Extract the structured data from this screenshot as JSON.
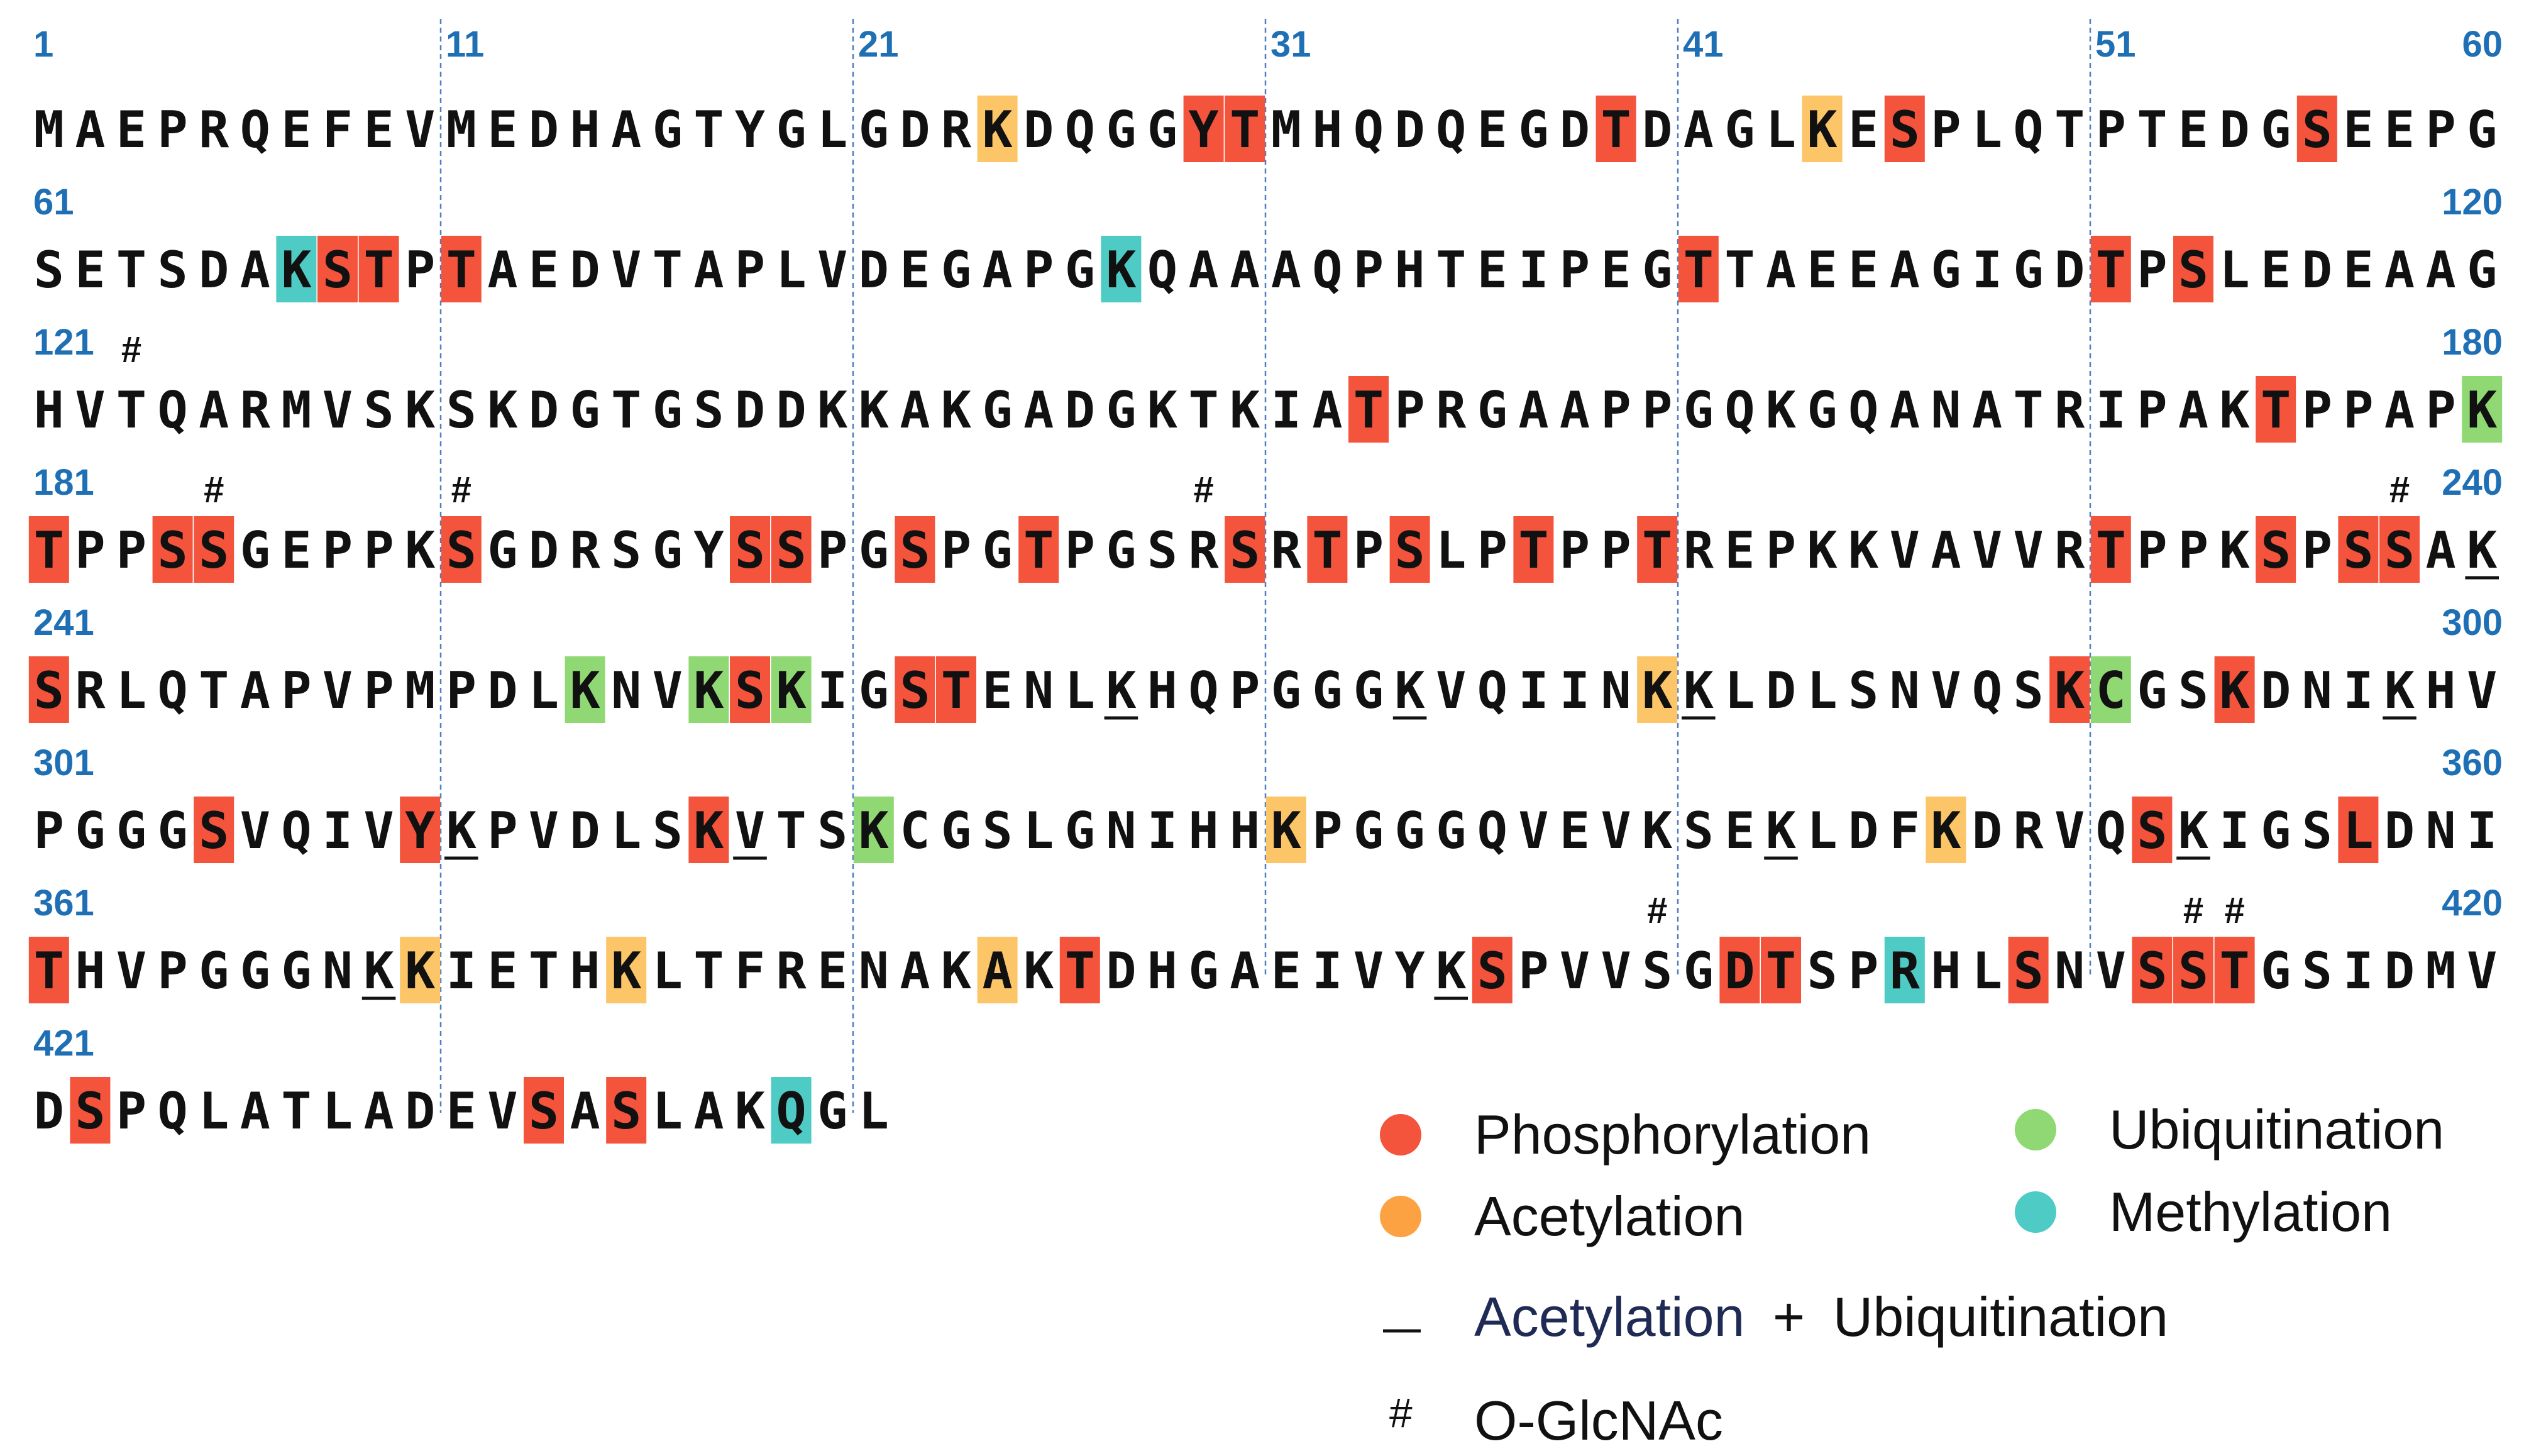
{
  "sequence": {
    "rows": [
      "MAEPRQEFEVMEDHAGTYGLGDRKDQGGYTMHQDQEGDTDAGLKESPLQTPTEDGSEEPG",
      "SETSDAKSTPTAEDVTAPLVDEGAPGKQAAAQPHTEIPEGTTAEEAGIGDTPSLEDEAAG",
      "HVTQARMVSKSKDGTGSDDKKAKGADGKTKIATPRGAAPPGQKGQANATRIPAKTPPAPK",
      "TPPSSGEPPKSGDRSGYSSPGSPGTPGSRSRTPSLPTPPTREPKKVAVVRTPPKSPSSAK",
      "SRLQTAPVPMPDLKNVKSKIGSTENLKHQPGGGKVQIINKKLDLSNVQSKCGSKDNIKHV",
      "PGGGSVQIVYKPVDLSKVTSKCGSLGNIHHKPGGGQVEVKSEKLDFKDRVQSKIGSLDNI",
      "THVPGGGNKKIETHKLTFRENAKAKTDHGAEIVYKSPVVSGDTSPRHLSNVSSTGSIDMV",
      "DSPQLATLADEVSASLAKQGL"
    ],
    "row_start_labels": [
      "1",
      "61",
      "121",
      "181",
      "241",
      "301",
      "361",
      "421"
    ],
    "row_end_labels": [
      "60",
      "120",
      "180",
      "240",
      "300",
      "360",
      "420",
      ""
    ],
    "top_markers": [
      "11",
      "21",
      "31",
      "41",
      "51"
    ]
  },
  "modifications": {
    "phosphorylation": [
      29,
      30,
      39,
      46,
      56,
      68,
      69,
      71,
      101,
      111,
      113,
      153,
      175,
      181,
      184,
      185,
      191,
      198,
      199,
      202,
      205,
      210,
      212,
      214,
      217,
      220,
      231,
      235,
      237,
      238,
      241,
      258,
      262,
      263,
      290,
      294,
      305,
      310,
      317,
      352,
      357,
      361,
      386,
      396,
      402,
      403,
      409,
      412,
      413,
      414,
      422,
      433,
      435
    ],
    "acetylation": [
      24,
      44,
      280,
      331,
      347,
      370,
      375,
      384
    ],
    "ubiquitination": [
      180,
      254,
      257,
      259,
      291,
      321
    ],
    "methylation": [
      67,
      87,
      406,
      439
    ],
    "acetyl_ubiquitin": [
      240,
      267,
      274,
      281,
      298,
      311,
      318,
      343,
      353,
      369,
      395
    ],
    "o_glcnac": [
      123,
      185,
      191,
      209,
      238,
      400,
      413,
      414
    ]
  },
  "legend": {
    "phosphorylation": "Phosphorylation",
    "acetylation": "Acetylation",
    "ubiquitination": "Ubiquitination",
    "methylation": "Methylation",
    "acetyl_part": "Acetylation",
    "plus_part": "+",
    "ubiquitin_part": "Ubiquitination",
    "hash_symbol": "#",
    "o_glcnac": "O-GlcNAc"
  },
  "colors": {
    "phosphorylation": "#f4533c",
    "acetylation": "#fcc567",
    "ubiquitination": "#90d873",
    "methylation": "#4ecbc4",
    "legend_phosphorylation": "#f4533c",
    "legend_acetylation": "#fca243",
    "legend_ubiquitination": "#90d873",
    "legend_methylation": "#4ecbc4",
    "position_label": "#1f6fb5",
    "guide_line": "#4f7fc0",
    "legend_acetyl_ubiquitin_text": "#1f2b54"
  }
}
